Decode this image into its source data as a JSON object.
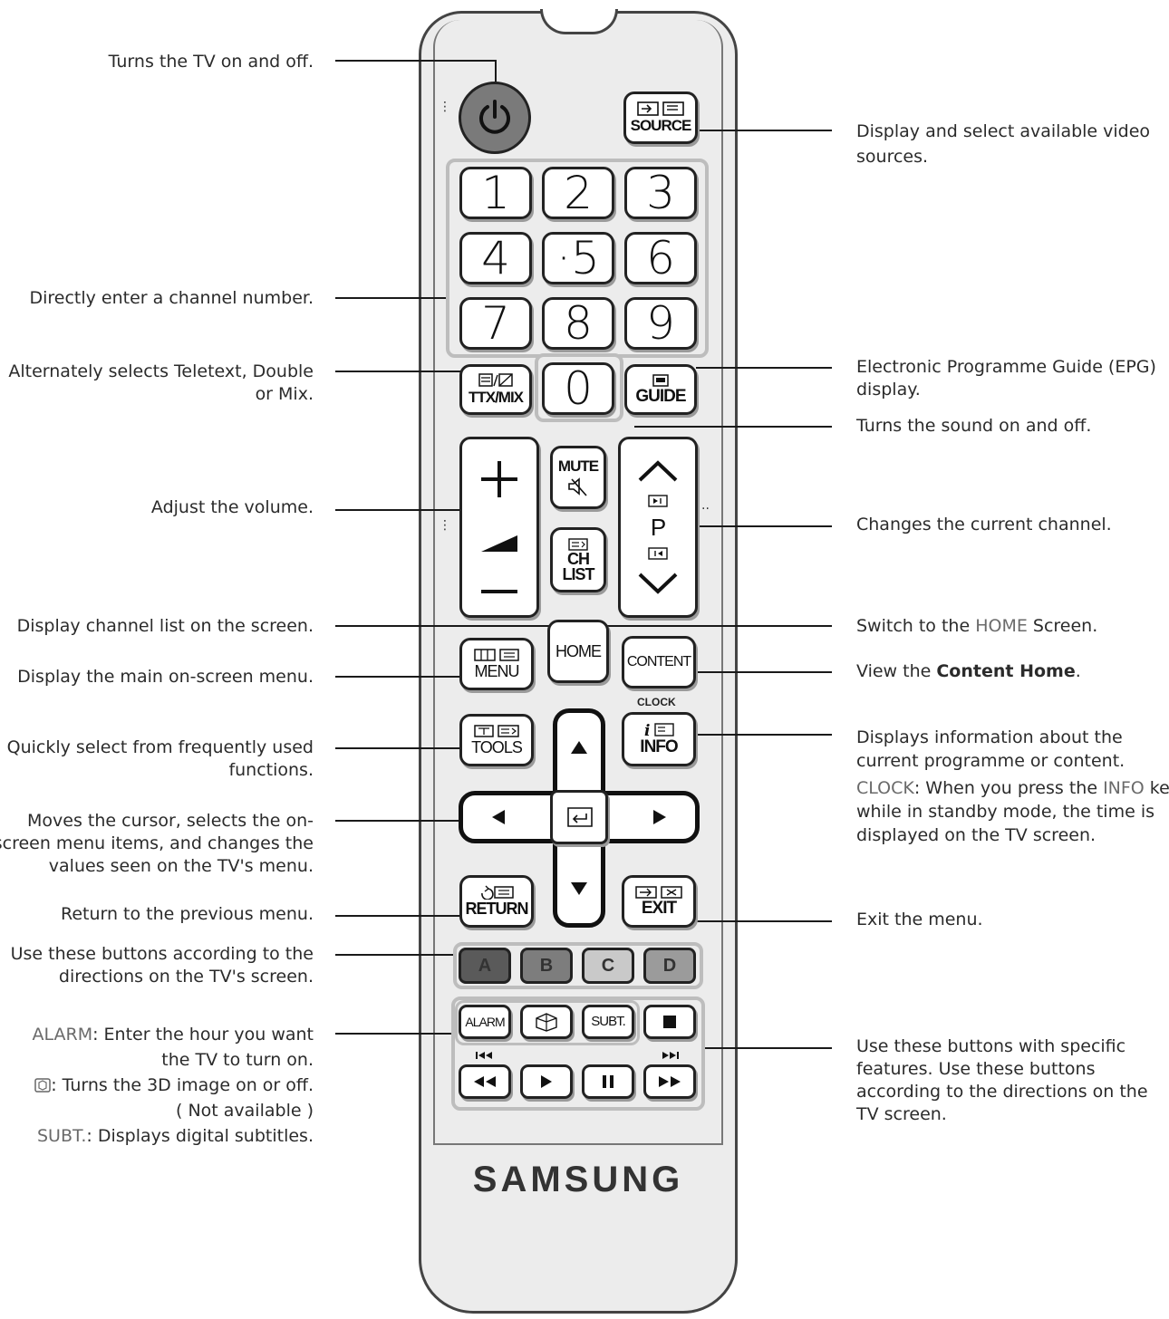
{
  "labels": {
    "power": [
      "Turns the TV on and off."
    ],
    "number": [
      "Directly enter a channel number."
    ],
    "ttx": [
      "Alternately selects Teletext, Double",
      "or Mix."
    ],
    "volume": [
      "Adjust the volume."
    ],
    "chlist": [
      "Display channel list on the screen."
    ],
    "menu": [
      "Display the main on-screen menu."
    ],
    "tools": [
      "Quickly select from frequently used",
      "functions."
    ],
    "dpad": [
      "Moves the cursor, selects the on-",
      "screen menu items, and changes the",
      "values seen on the TV's menu."
    ],
    "return": [
      "Return to the previous menu."
    ],
    "colors": [
      "Use these buttons according to the",
      "directions on the TV's screen."
    ],
    "alarm_key": "ALARM",
    "alarm_text": ": Enter the hour you want",
    "alarm_line2": "the TV to turn on.",
    "three_d_text": ": Turns the 3D image on or off.",
    "three_d_line2": "( Not available )",
    "subt_key": "SUBT.",
    "subt_text": ": Displays digital subtitles.",
    "source": [
      "Display and select available video",
      "sources."
    ],
    "guide": [
      "Electronic Programme Guide (EPG)",
      "display."
    ],
    "mute": [
      "Turns the sound on and off."
    ],
    "channel": [
      "Changes the current channel."
    ],
    "home_pre": "Switch to the ",
    "home_key": "HOME",
    "home_post": " Screen.",
    "content_pre": "View the ",
    "content_bold": "Content Home",
    "content_post": ".",
    "info": [
      "Displays information about the",
      "current programme or content."
    ],
    "clock_key": "CLOCK",
    "clock_text": ": When you press the ",
    "clock_info_key": "INFO",
    "clock_text2": " key",
    "clock_line2": "while in standby mode, the time is",
    "clock_line3": "displayed on the TV screen.",
    "exit": [
      "Exit the menu."
    ],
    "features": [
      "Use these buttons with specific",
      "features. Use these buttons",
      "according to the directions on the",
      "TV screen."
    ]
  },
  "remote": {
    "digits": [
      "1",
      "2",
      "3",
      "4",
      "·5",
      "6",
      "7",
      "8",
      "9",
      "0"
    ],
    "source": "SOURCE",
    "ttx": "TTX/MIX",
    "guide": "GUIDE",
    "mute": "MUTE",
    "ch": "CH",
    "list": "LIST",
    "p": "P",
    "home": "HOME",
    "menu": "MENU",
    "content": "CONTENT",
    "clock": "CLOCK",
    "tools": "TOOLS",
    "info": "INFO",
    "return": "RETURN",
    "exit": "EXIT",
    "color_keys": [
      "A",
      "B",
      "C",
      "D"
    ],
    "alarm": "ALARM",
    "subt": "SUBT.",
    "brand": "SAMSUNG"
  },
  "colors": {
    "A": "#5a5a5a",
    "B": "#7d7d7d",
    "C": "#c9c9c9",
    "D": "#9b9b9b"
  }
}
